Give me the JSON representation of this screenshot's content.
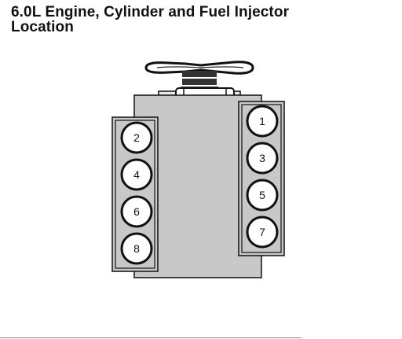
{
  "title": {
    "line1": "6.0L Engine, Cylinder and Fuel Injector",
    "line2": "Location"
  },
  "cylinders": {
    "left_bank": [
      "2",
      "4",
      "6",
      "8"
    ],
    "right_bank": [
      "1",
      "3",
      "5",
      "7"
    ]
  },
  "colors": {
    "engine_block": "#c8c8c8",
    "outline": "#111111",
    "cylinder_fill": "#ffffff"
  },
  "icons": [
    "fan-icon"
  ]
}
